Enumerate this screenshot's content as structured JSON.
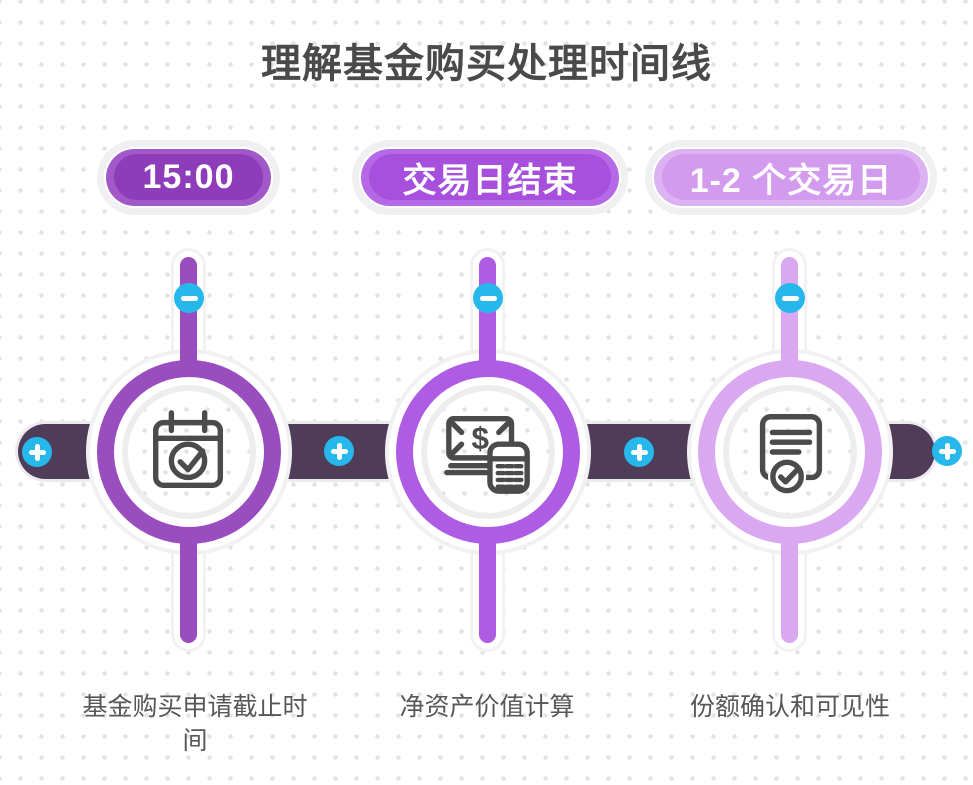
{
  "title": "理解基金购买处理时间线",
  "colors": {
    "bar": "#4e3c58",
    "connector": "#27b8eb",
    "icon_stroke": "#4b4b4b",
    "title_text": "#4a4a4a",
    "caption_text": "#575757",
    "halo": "#f1f1f3"
  },
  "steps": [
    {
      "pill_label": "15:00",
      "caption": "基金购买申请截止时间",
      "icon": "calendar-check-icon",
      "ring_color": "#9a4dbe",
      "pill_bg": "#a158c8",
      "pill_inner": "#8d3cba"
    },
    {
      "pill_label": "交易日结束",
      "caption": "净资产价值计算",
      "icon": "money-calculator-icon",
      "ring_color": "#af5ce4",
      "pill_bg": "#b569e6",
      "pill_inner": "#a750de"
    },
    {
      "pill_label": "1-2 个交易日",
      "caption": "份额确认和可见性",
      "icon": "document-check-icon",
      "ring_color": "#d9a8f1",
      "pill_bg": "#ddb2f3",
      "pill_inner": "#d39bee"
    }
  ]
}
